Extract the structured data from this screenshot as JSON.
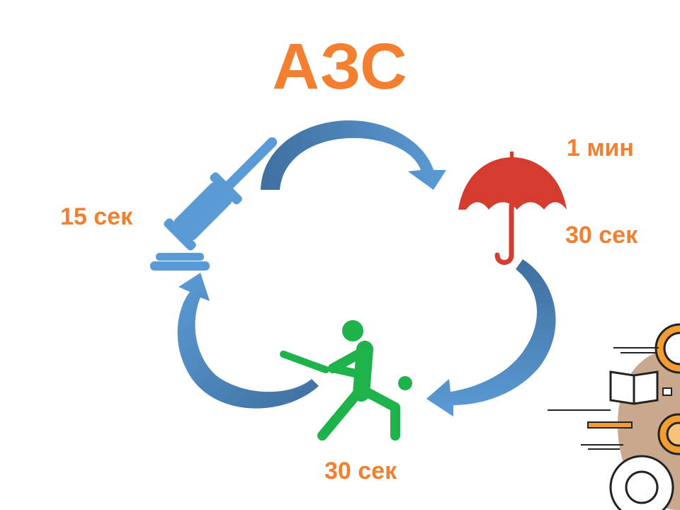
{
  "title": "АЗС",
  "labels": {
    "left": "15 сек",
    "top_right": "1 мин",
    "right": "30 сек",
    "bottom": "30 сек"
  },
  "icons": [
    "gavel-icon",
    "umbrella-icon",
    "batter-icon",
    "study-decoration-icon"
  ],
  "colors": {
    "accent_orange": "#f47f30",
    "arrow_blue": "#5b9bd5",
    "arrow_blue_dark": "#3f6f9f",
    "umbrella_red": "#d63b2f",
    "figure_green": "#1db34a",
    "gavel_blue": "#5b9bd5"
  }
}
